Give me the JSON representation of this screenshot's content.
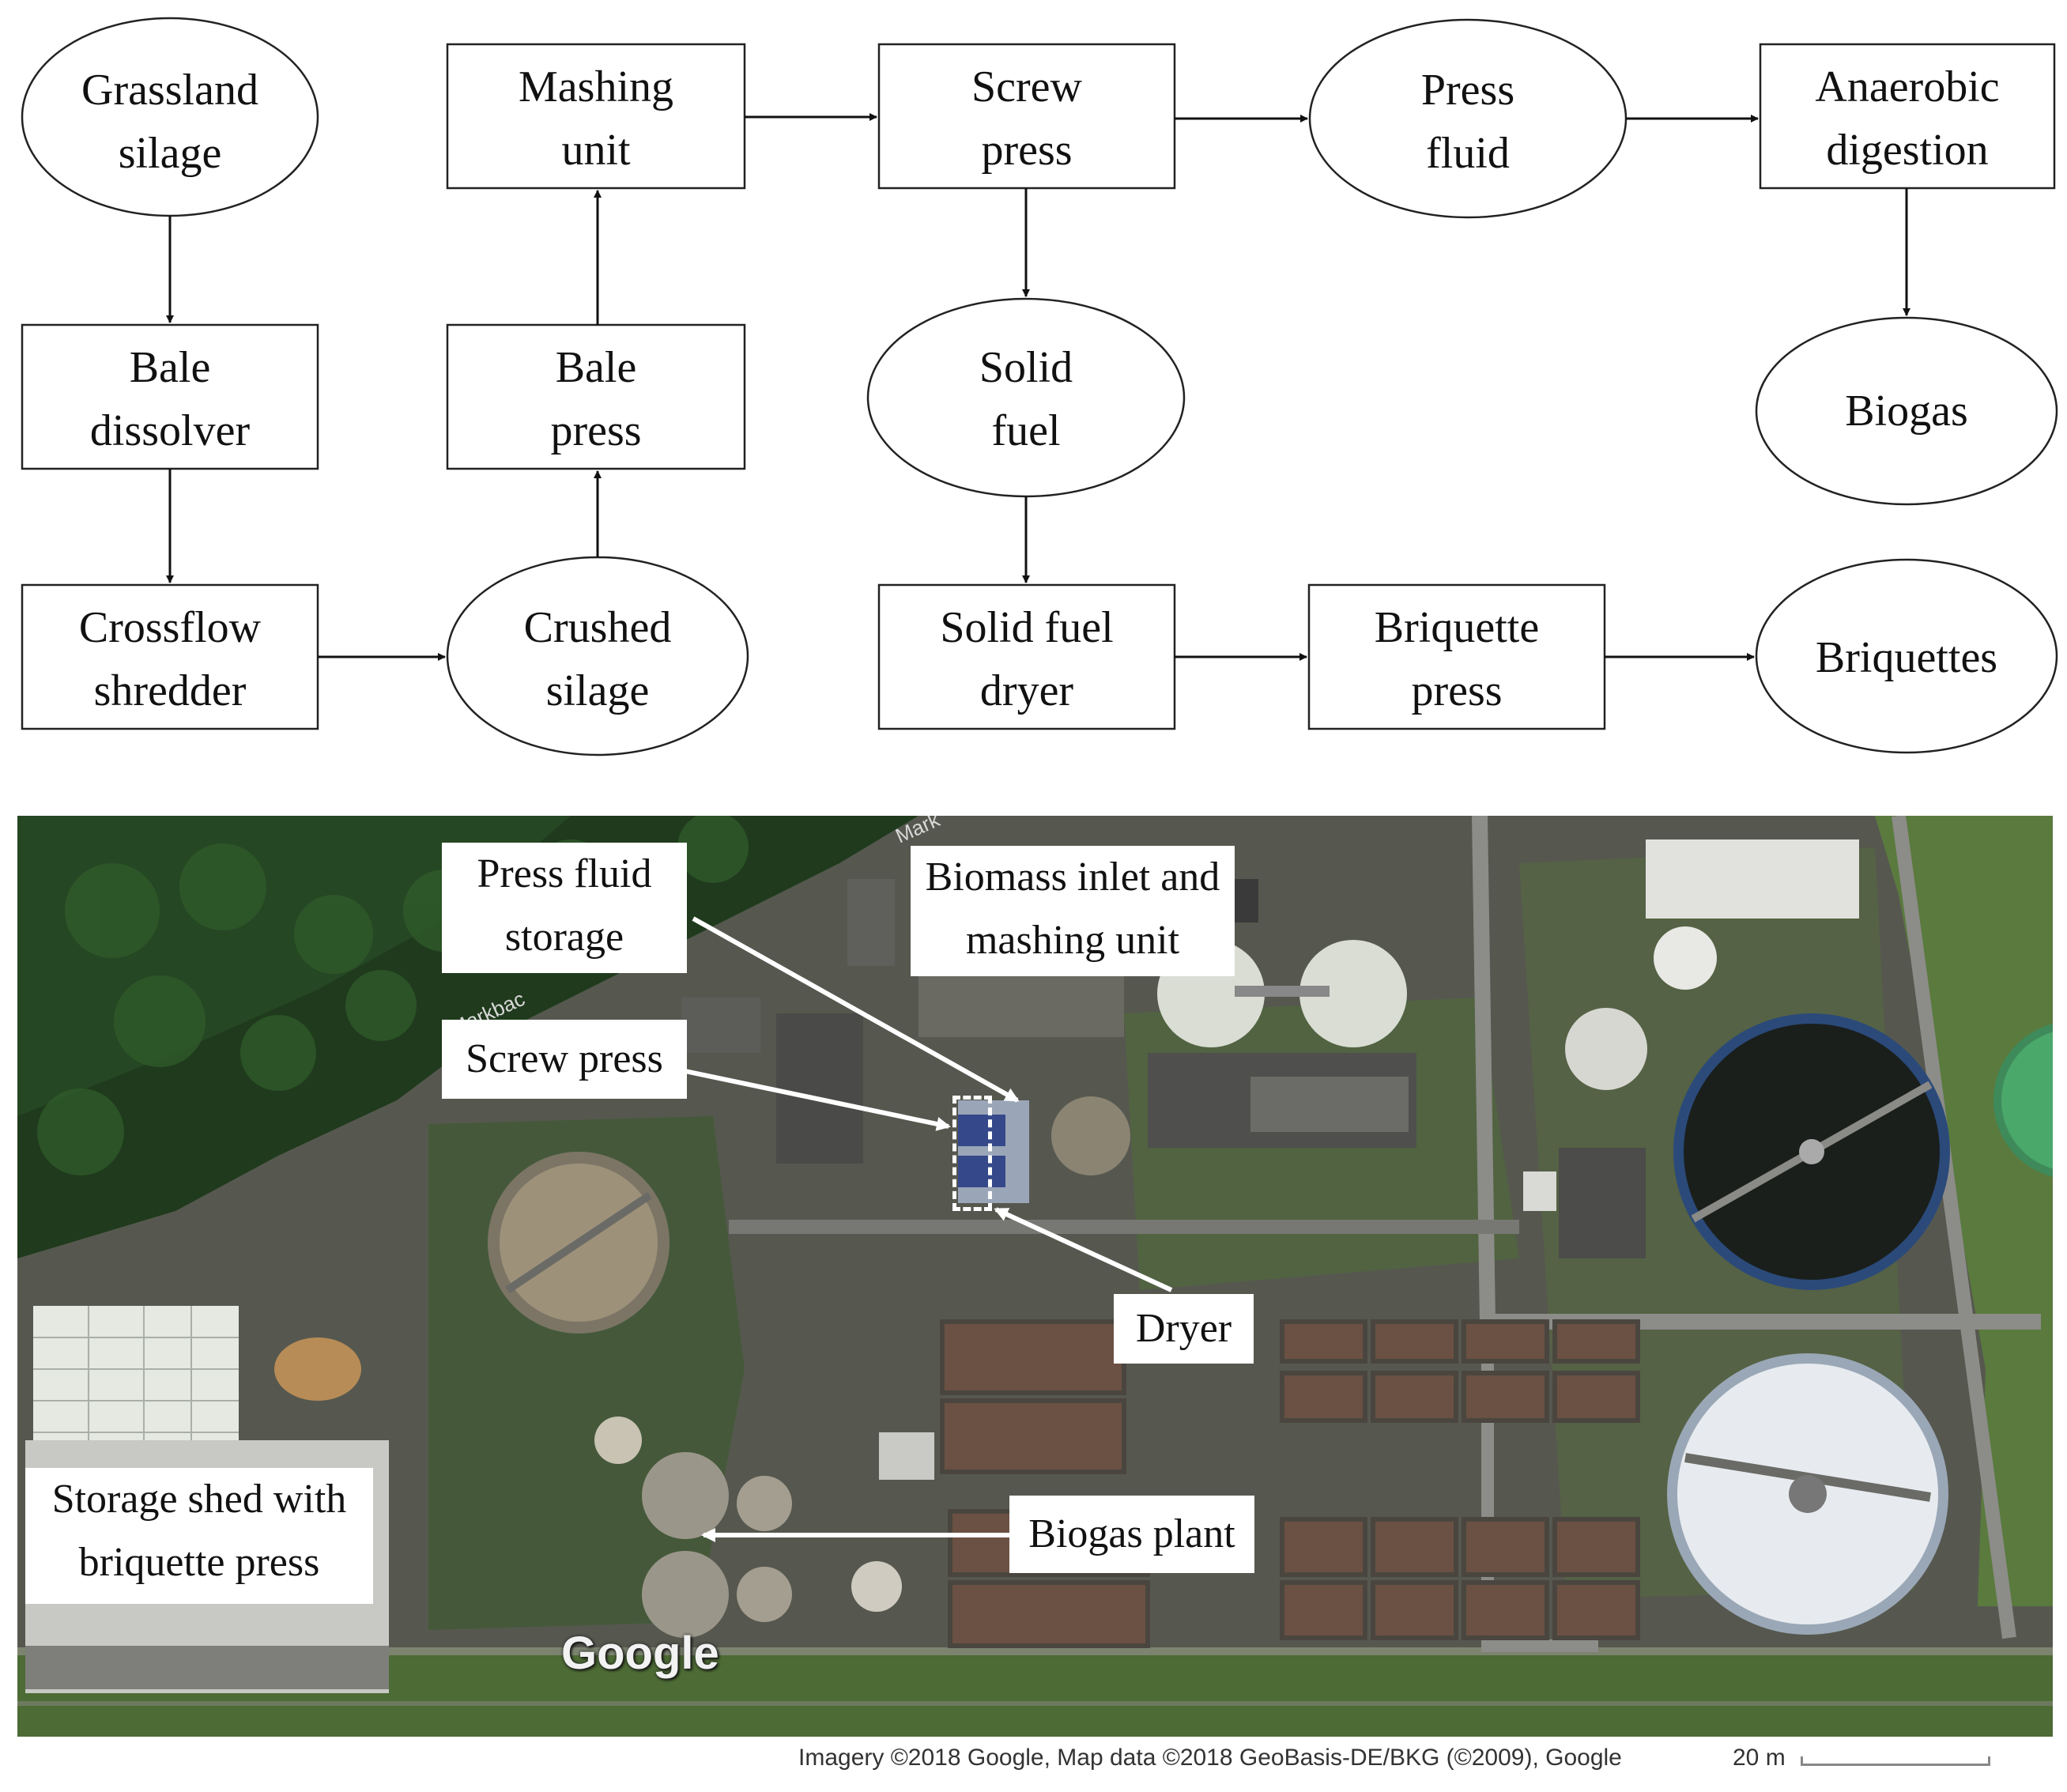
{
  "flowchart": {
    "nodes": {
      "grassland_silage": [
        "Grassland",
        "silage"
      ],
      "bale_dissolver": [
        "Bale",
        "dissolver"
      ],
      "crossflow_shredder": [
        "Crossflow",
        "shredder"
      ],
      "crushed_silage": [
        "Crushed",
        "silage"
      ],
      "bale_press": [
        "Bale",
        "press"
      ],
      "mashing_unit": [
        "Mashing",
        "unit"
      ],
      "screw_press": [
        "Screw",
        "press"
      ],
      "solid_fuel": [
        "Solid",
        "fuel"
      ],
      "solid_fuel_dryer": [
        "Solid fuel",
        "dryer"
      ],
      "briquette_press": [
        "Briquette",
        "press"
      ],
      "briquettes": [
        "Briquettes"
      ],
      "press_fluid": [
        "Press",
        "fluid"
      ],
      "anaerobic_digestion": [
        "Anaerobic",
        "digestion"
      ],
      "biogas": [
        "Biogas"
      ]
    }
  },
  "map": {
    "labels": {
      "press_fluid_storage": [
        "Press fluid",
        "storage"
      ],
      "biomass_inlet": [
        "Biomass inlet and",
        "mashing unit"
      ],
      "screw_press": [
        "Screw press"
      ],
      "dryer": [
        "Dryer"
      ],
      "biogas_plant": [
        "Biogas plant"
      ],
      "storage_shed": [
        "Storage shed with",
        "briquette press"
      ]
    },
    "road_label_1": "Markbac",
    "road_label_2": "Mark",
    "logo": "Google",
    "credit": "Imagery ©2018 Google, Map data ©2018 GeoBasis-DE/BKG (©2009), Google",
    "scale": "20 m"
  }
}
